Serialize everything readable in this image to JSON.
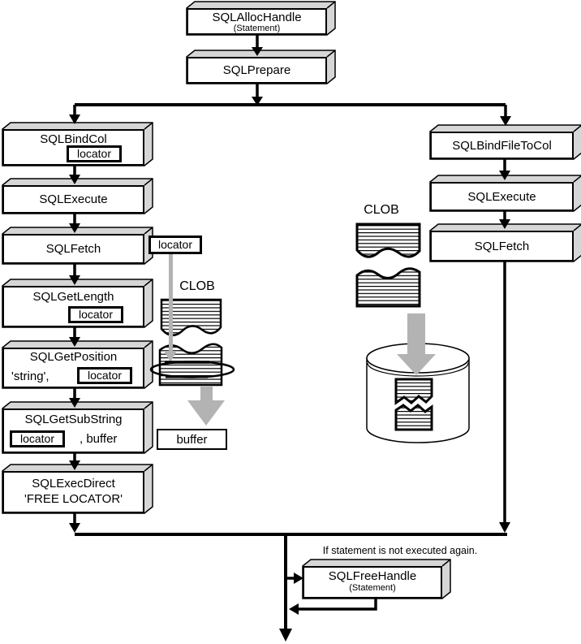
{
  "boxes": {
    "alloc_handle": {
      "line1": "SQLAllocHandle",
      "line2": "(Statement)"
    },
    "prepare": {
      "label": "SQLPrepare"
    },
    "bind_col": {
      "label": "SQLBindCol",
      "param": "locator"
    },
    "execute_left": {
      "label": "SQLExecute"
    },
    "fetch_left": {
      "label": "SQLFetch"
    },
    "fetch_locator_tag": {
      "label": "locator"
    },
    "get_length": {
      "label": "SQLGetLength",
      "param": "locator"
    },
    "get_position": {
      "label": "SQLGetPosition",
      "arg": "'string',",
      "param": "locator"
    },
    "get_substring": {
      "label": "SQLGetSubString",
      "param": "locator",
      "arg": ", buffer"
    },
    "exec_direct": {
      "label": "SQLExecDirect",
      "arg": "'FREE LOCATOR'"
    },
    "bind_file_to_col": {
      "label": "SQLBindFileToCol"
    },
    "execute_right": {
      "label": "SQLExecute"
    },
    "fetch_right": {
      "label": "SQLFetch"
    },
    "free_handle": {
      "line1": "SQLFreeHandle",
      "line2": "(Statement)"
    }
  },
  "labels": {
    "clob_left": "CLOB",
    "clob_right": "CLOB",
    "buffer": "buffer",
    "condition_note": "If statement is not executed again."
  },
  "colors": {
    "line": "#000000",
    "box_face": "#ffffff",
    "box_shadow": "#d6d6d6",
    "gray_arrow": "#b3b3b3"
  }
}
